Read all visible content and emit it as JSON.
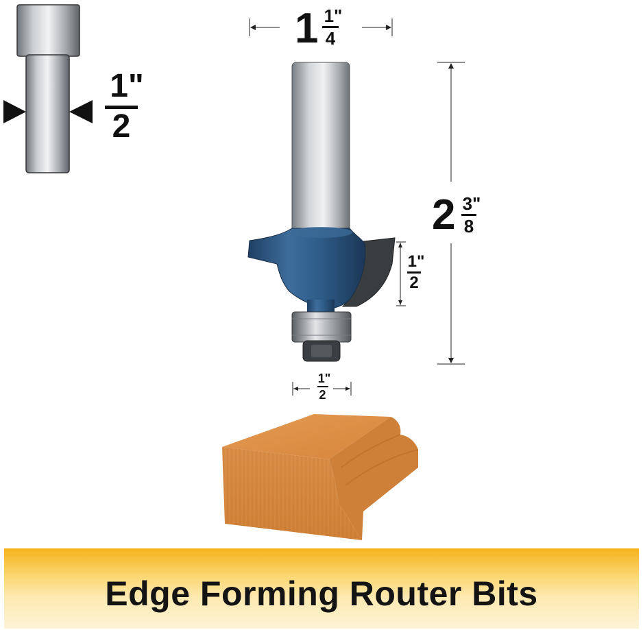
{
  "shank_diameter": {
    "whole": "",
    "numerator": "1\"",
    "denominator": "2"
  },
  "cutting_diameter": {
    "whole": "1",
    "numerator": "1\"",
    "denominator": "4"
  },
  "overall_length": {
    "whole": "2",
    "numerator": "3\"",
    "denominator": "8"
  },
  "cutting_length": {
    "numerator": "1\"",
    "denominator": "2"
  },
  "profile_width": {
    "numerator": "1\"",
    "denominator": "2"
  },
  "banner": {
    "title": "Edge Forming Router Bits"
  },
  "colors": {
    "bit_body": "#2f5d8a",
    "wood": "#d98d45",
    "banner_top": "#f6b21c",
    "shank": "#bfc3c7"
  }
}
